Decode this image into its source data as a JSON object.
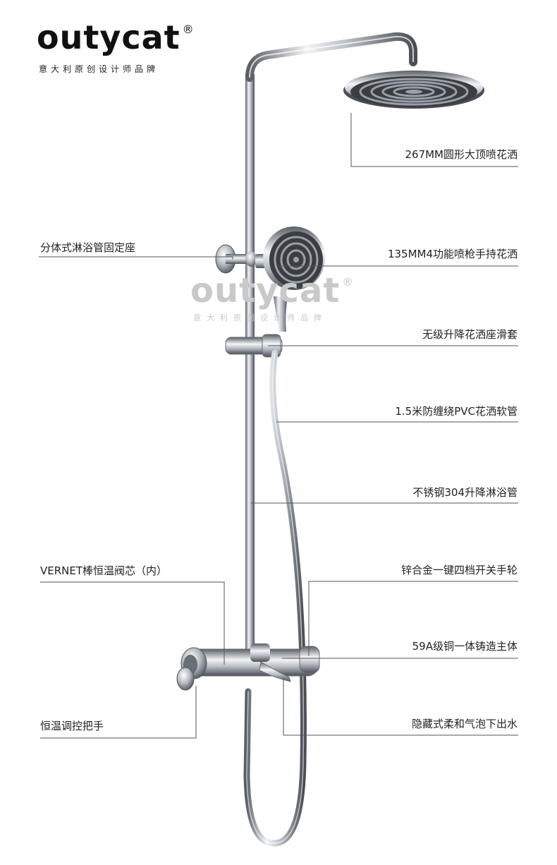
{
  "brand": {
    "name": "outycat",
    "registered": "®",
    "tagline": "意大利原创设计师品牌"
  },
  "watermark": {
    "name": "outycat",
    "registered": "®",
    "tagline": "意大利原创设计师品牌"
  },
  "labels": {
    "top_shower": "267MM圆形大顶喷花洒",
    "wall_mount": "分体式淋浴管固定座",
    "hand_shower": "135MM4功能喷枪手持花洒",
    "slider": "无级升降花洒座滑套",
    "hose": "1.5米防缠绕PVC花洒软管",
    "riser_pipe": "不锈钢304升降淋浴管",
    "valve_core": "VERNET棒恒温阀芯（内）",
    "diverter_knob": "锌合金一键四档开关手轮",
    "body": "59A级铜一体铸造主体",
    "temp_handle": "恒温调控把手",
    "spout": "隐藏式柔和气泡下出水"
  },
  "colors": {
    "chrome_dark": "#5a5f66",
    "chrome_mid": "#b8bdc4",
    "chrome_light": "#f2f4f6",
    "nozzle_gray": "#3a3d42",
    "leader_line": "#555555"
  }
}
